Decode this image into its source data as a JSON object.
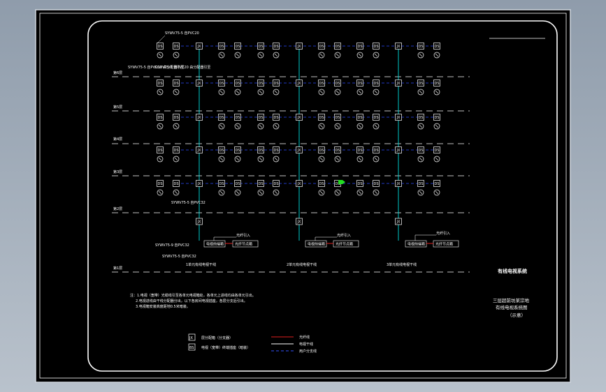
{
  "floors": [
    {
      "label": "第6层"
    },
    {
      "label": "第5层"
    },
    {
      "label": "第4层"
    },
    {
      "label": "第3层"
    },
    {
      "label": "第2层"
    },
    {
      "label": "第1层"
    }
  ],
  "symbols": {
    "junction": "JX",
    "outlet_a": "DS",
    "outlet_b": "BS"
  },
  "top_cable_label": "SYWV75-5 自PVC20",
  "left_notes": {
    "a": "SYWV75-5 自PVC20 由分配器引至",
    "b": "SYWV75-5 自PVC20 由分配器引至",
    "bottom_cable": "SYWV75-5 自PVC32",
    "trunk_left": "SYWV75-9 自PVC32",
    "trunk_right": "SYWV75-5 自PVC32"
  },
  "units": [
    {
      "amp": "光纤引入",
      "tag": "电视前端箱",
      "box": "光纤节点箱",
      "caption": "1单元有线电视干线"
    },
    {
      "amp": "光纤引入",
      "tag": "电视前端箱",
      "box": "光纤节点箱",
      "caption": "2单元有线电视干线"
    },
    {
      "amp": "光纤引入",
      "tag": "电视前端箱",
      "box": "光纤节点箱",
      "caption": "3单元有线电视干线"
    }
  ],
  "notes": [
    "注：1.电视（宽带）光缆线引至各单元电视箱处，各单元上进线均由各单元引出。",
    "2.电视进线由干线分配器分出，以下各房间电视插座，各层分支后引出。",
    "3.电视箱安装高度距地0.5米暗装。"
  ],
  "legend": [
    {
      "sym": "JX",
      "text": "层分配箱（分支器）"
    },
    {
      "sym": "BS",
      "text": "电视（宽带）终端插座（暗装）"
    }
  ],
  "line_legend": [
    {
      "text": "光纤线",
      "color": "#e02020"
    },
    {
      "text": "电视干线",
      "color": "#ffffff"
    },
    {
      "text": "用户分支线",
      "color": "#3355ff"
    }
  ],
  "title_block": {
    "system": "有线电视系统",
    "project": "三层超前坊某宗地",
    "drawing": "有线电视系统图",
    "sheet": "（示意）"
  },
  "colors": {
    "background": "#000000",
    "frame": "#ffffff",
    "riser": "#00e0e0",
    "floor_line": "#ffffff",
    "branch": "#2a4bff",
    "fiber": "#e02020",
    "marker": "#22dd22"
  }
}
